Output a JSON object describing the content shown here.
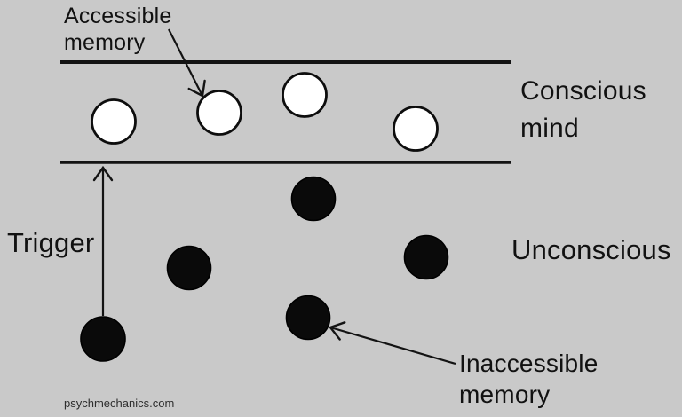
{
  "colors": {
    "background": "#c9c9c9",
    "line": "#131313",
    "text": "#111111",
    "accessible_memory_fill": "#ffffff",
    "inaccessible_memory_fill": "#0a0a0a"
  },
  "labels": {
    "accessible_memory": "Accessible\nmemory",
    "conscious_mind": "Conscious\nmind",
    "trigger": "Trigger",
    "unconscious": "Unconscious",
    "inaccessible_memory": "Inaccessible\nmemory",
    "watermark": "psychmechanics.com"
  },
  "diagram": {
    "type": "diagram",
    "regions": [
      {
        "label": "Conscious mind",
        "position": "between the two horizontal boundary lines",
        "circle_style": "white",
        "circle_role": "accessible memory",
        "circle_count": 4
      },
      {
        "label": "Unconscious",
        "position": "below the lower boundary line",
        "circle_style": "black",
        "circle_role": "inaccessible memory",
        "circle_count": 5
      }
    ],
    "arrows": [
      {
        "name": "accessible-memory-arrow",
        "from": "Accessible memory label",
        "to": "white circle in conscious mind band"
      },
      {
        "name": "trigger-arrow",
        "from": "black circle in unconscious",
        "to": "conscious/unconscious boundary line"
      },
      {
        "name": "inaccessible-memory-arrow",
        "from": "Inaccessible memory label",
        "to": "black circle in unconscious"
      }
    ]
  }
}
